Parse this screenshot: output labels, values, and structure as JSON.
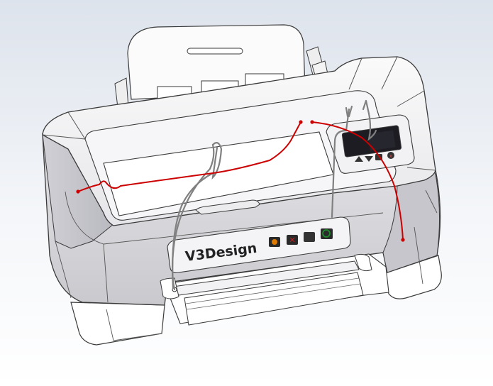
{
  "model": {
    "brand_label": "V3Design",
    "colors": {
      "body_fill": "#d8d8dc",
      "top_fill": "#f0f0f2",
      "edge": "#3a3a3a",
      "wire_red": "#cc0000",
      "wire_grey": "#808080",
      "display_bg": "#1c1c22",
      "button_orange": "#e07a00",
      "button_red": "#c81e1e",
      "button_dark": "#333333",
      "button_green": "#1e8c2c",
      "base_fill": "#ffffff"
    },
    "front_panel": {
      "buttons": [
        "orange-button",
        "red-x-button",
        "dark-button",
        "green-power-button"
      ]
    },
    "control_panel": {
      "keys": [
        "up-key",
        "down-key",
        "set-key",
        "cancel-key"
      ]
    }
  }
}
